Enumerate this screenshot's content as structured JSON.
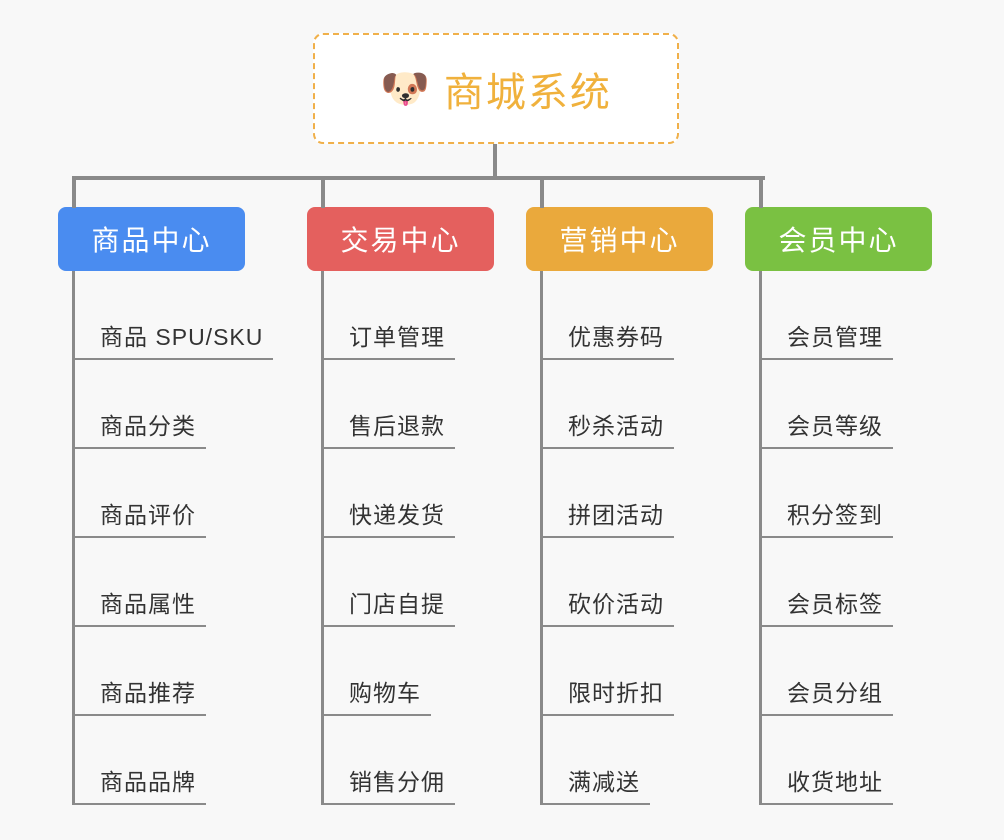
{
  "root": {
    "icon": "dog-face-emoji",
    "icon_glyph": "🐶",
    "title": "商城系统",
    "border_color": "#f0b04a",
    "text_color": "#f0b13c",
    "background": "#ffffff"
  },
  "canvas": {
    "background": "#f8f8f8",
    "connector_color": "#8a8a8a"
  },
  "columns": [
    {
      "header": "商品中心",
      "color": "#4a8cf0",
      "items": [
        "商品 SPU/SKU",
        "商品分类",
        "商品评价",
        "商品属性",
        "商品推荐",
        "商品品牌"
      ]
    },
    {
      "header": "交易中心",
      "color": "#e4605e",
      "items": [
        "订单管理",
        "售后退款",
        "快递发货",
        "门店自提",
        "购物车",
        "销售分佣"
      ]
    },
    {
      "header": "营销中心",
      "color": "#eaa93c",
      "items": [
        "优惠券码",
        "秒杀活动",
        "拼团活动",
        "砍价活动",
        "限时折扣",
        "满减送"
      ]
    },
    {
      "header": "会员中心",
      "color": "#7ac142",
      "items": [
        "会员管理",
        "会员等级",
        "积分签到",
        "会员标签",
        "会员分组",
        "收货地址"
      ]
    }
  ]
}
